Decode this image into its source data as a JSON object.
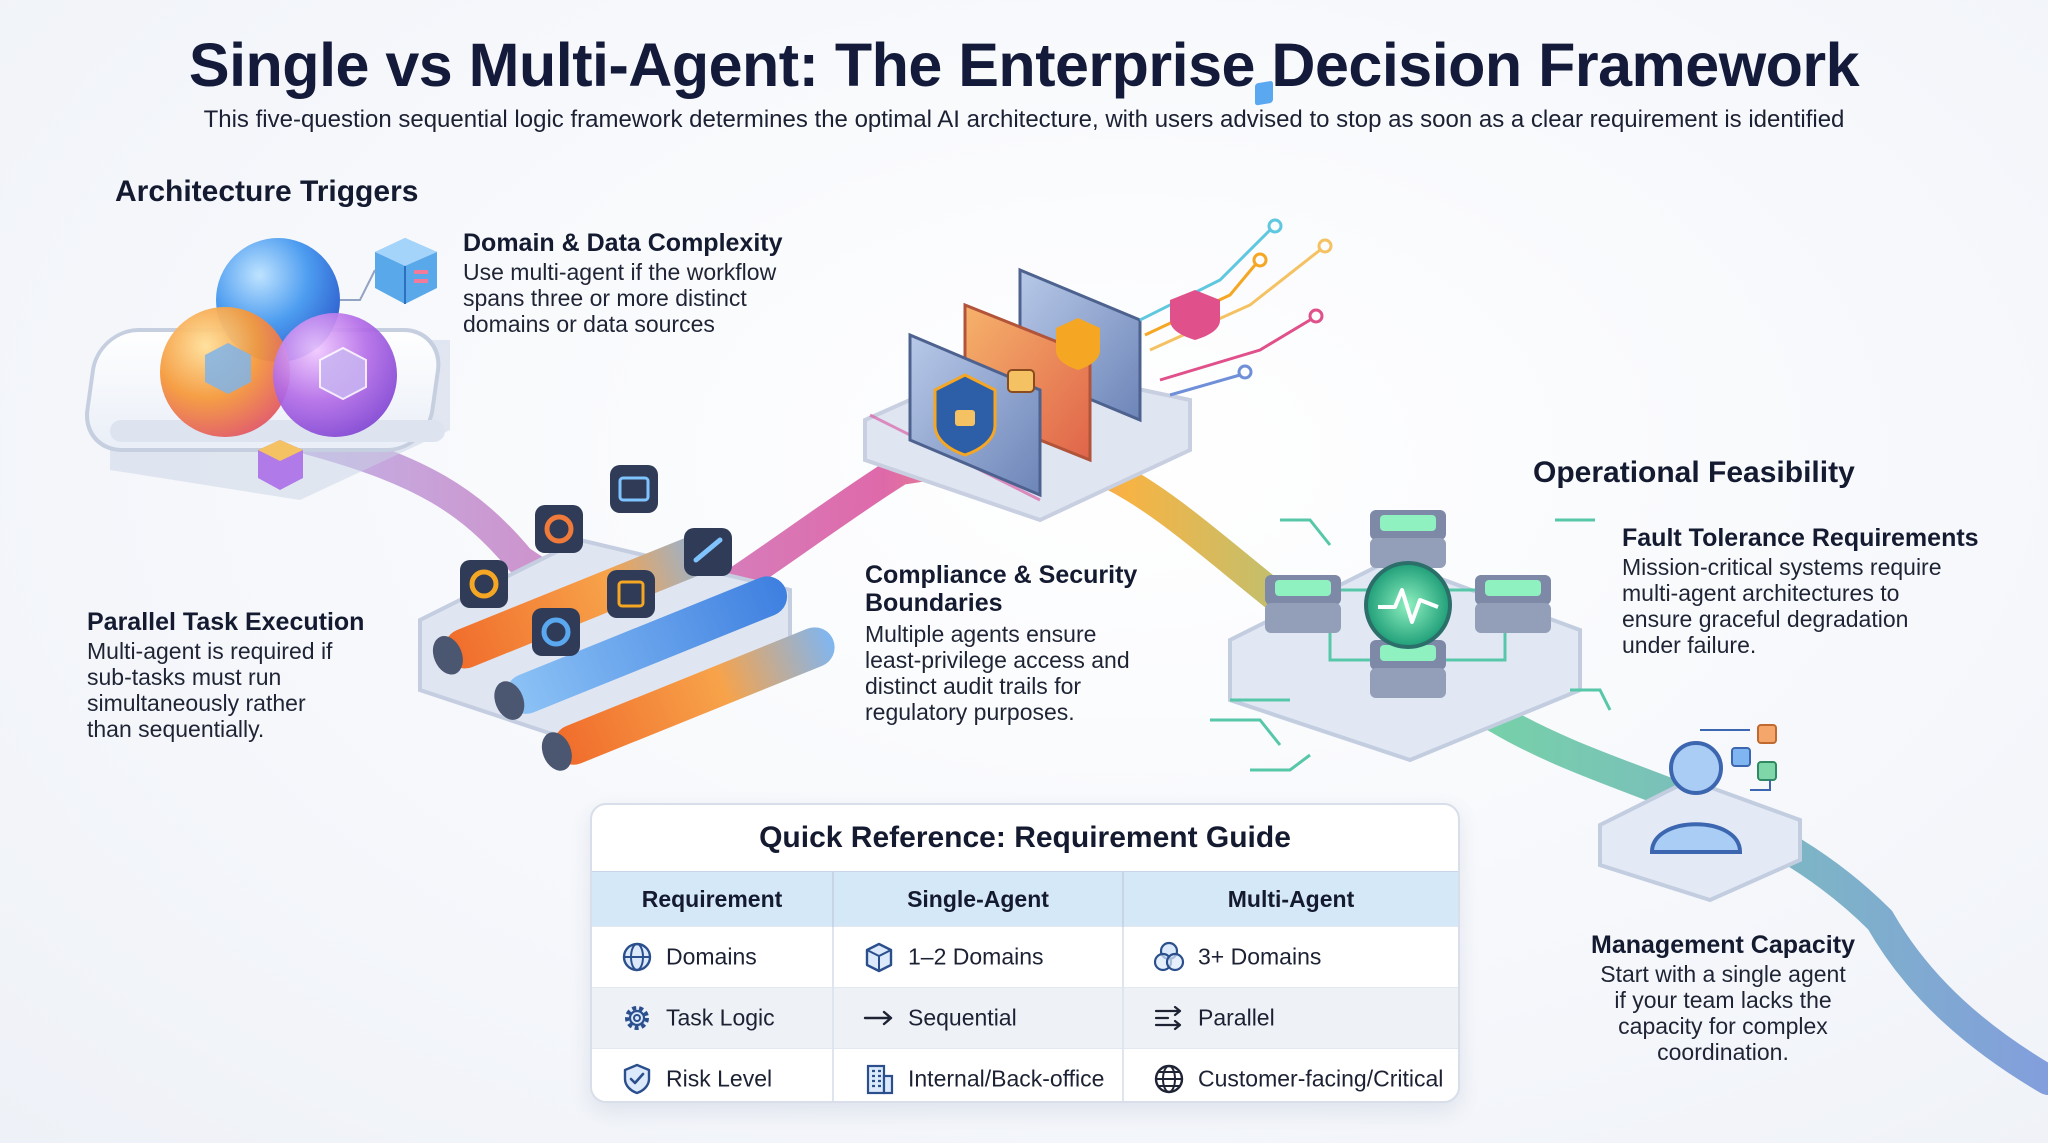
{
  "header": {
    "title": "Single vs Multi-Agent: The Enterprise Decision Framework",
    "subtitle": "This five-question sequential logic framework determines the optimal AI architecture, with users advised to stop as soon as a clear requirement is identified"
  },
  "sections": {
    "architecture_triggers": "Architecture Triggers",
    "operational_feasibility": "Operational Feasibility"
  },
  "cards": {
    "domain": {
      "title": "Domain & Data Complexity",
      "body": [
        "Use multi-agent if the workflow",
        "spans three or more distinct",
        "domains or data sources"
      ],
      "icons": [
        "spheres-icon",
        "cube-icon"
      ]
    },
    "parallel": {
      "title": "Parallel Task Execution",
      "body": [
        "Multi-agent is required if",
        "sub-tasks must run",
        "simultaneously rather",
        "than sequentially."
      ],
      "icons": [
        "pipes-icon",
        "gear-icon",
        "chip-icon"
      ]
    },
    "compliance": {
      "title": [
        "Compliance & Security",
        "Boundaries"
      ],
      "body": [
        "Multiple agents ensure",
        "least-privilege access and",
        "distinct audit trails for",
        "regulatory purposes."
      ],
      "icons": [
        "firewall-icon",
        "shield-lock-icon",
        "lock-icon"
      ]
    },
    "fault": {
      "title": "Fault Tolerance Requirements",
      "body": [
        "Mission-critical systems require",
        "multi-agent architectures to",
        "ensure graceful degradation",
        "under failure."
      ],
      "icons": [
        "server-cluster-icon",
        "heartbeat-icon"
      ]
    },
    "management": {
      "title": "Management Capacity",
      "body": [
        "Start with a single agent",
        "if your team lacks the",
        "capacity for complex",
        "coordination."
      ],
      "icons": [
        "user-icon",
        "org-chart-icon"
      ]
    }
  },
  "reference": {
    "title": "Quick Reference: Requirement Guide",
    "columns": [
      "Requirement",
      "Single-Agent",
      "Multi-Agent"
    ],
    "rows": [
      {
        "requirement": "Domains",
        "requirement_icon": "sphere-icon",
        "single": "1–2 Domains",
        "single_icon": "cube-icon",
        "multi": "3+ Domains",
        "multi_icon": "spheres-icon"
      },
      {
        "requirement": "Task Logic",
        "requirement_icon": "gear-icon",
        "single": "Sequential",
        "single_icon": "arrow-right-icon",
        "multi": "Parallel",
        "multi_icon": "parallel-arrows-icon"
      },
      {
        "requirement": "Risk Level",
        "requirement_icon": "shield-check-icon",
        "single": "Internal/Back-office",
        "single_icon": "building-icon",
        "multi": "Customer-facing/Critical",
        "multi_icon": "globe-icon"
      }
    ]
  },
  "colors": {
    "title": "#131a3a",
    "table_header": "#d5e8f8",
    "path_purple": "#a98fd6",
    "path_magenta": "#d94f9b",
    "path_orange": "#f5a623",
    "path_green": "#5fc99a",
    "path_blue": "#6f8fd8",
    "accent_orange": "#f08a2e",
    "accent_blue": "#4a8fe0"
  }
}
